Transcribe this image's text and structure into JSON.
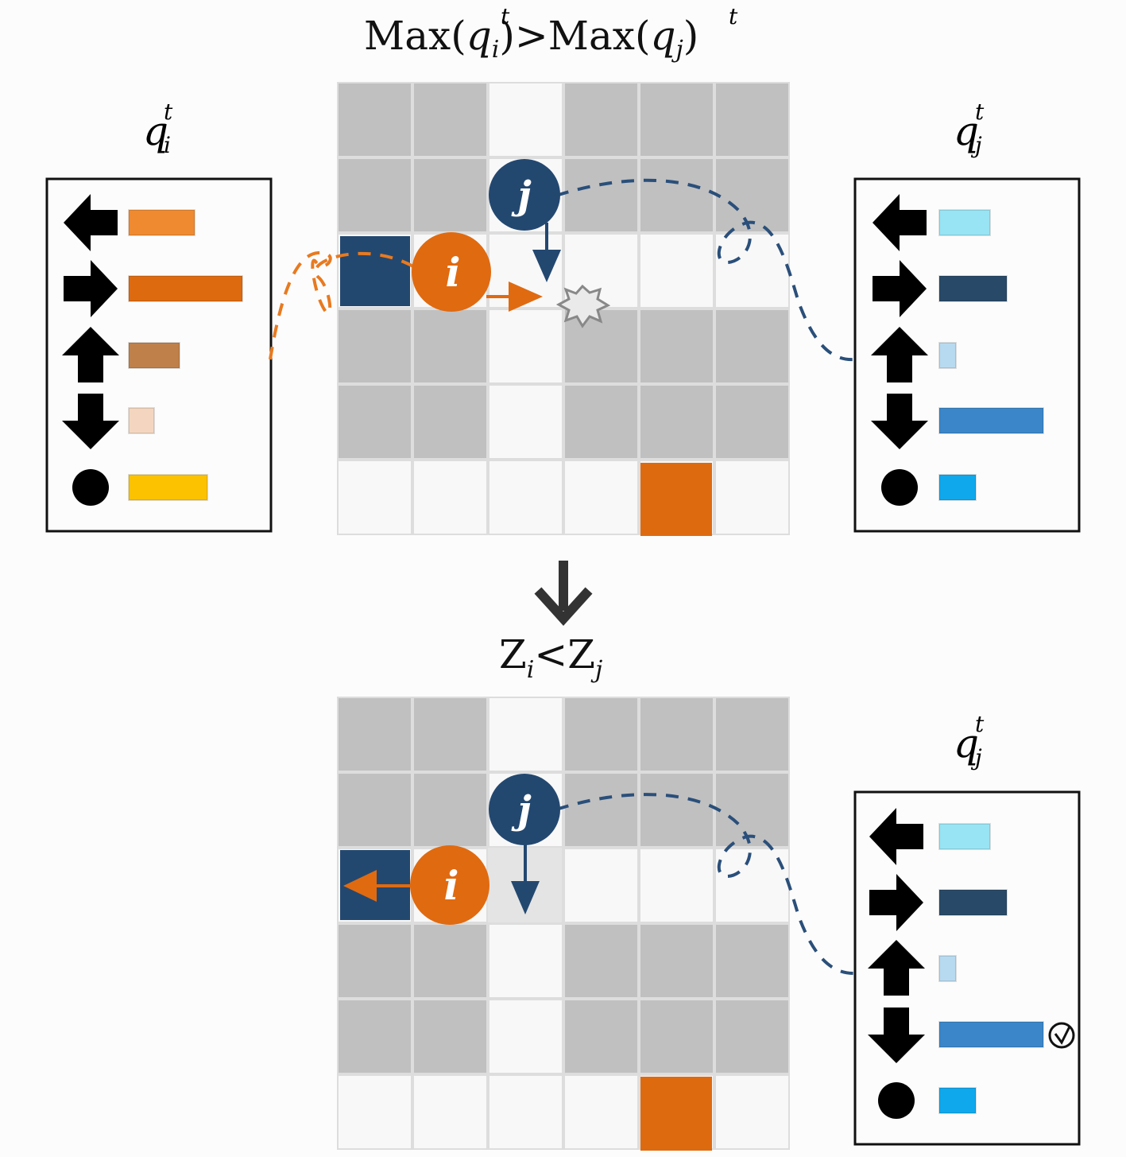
{
  "top": {
    "title": {
      "lhs_func": "Max(",
      "lhs_var": "q",
      "lhs_sup": "t",
      "lhs_sub": "i",
      "rel": ")>Max(",
      "rhs_var": "q",
      "rhs_sup": "t",
      "rhs_sub": "j",
      "close": ")"
    },
    "panel_left": {
      "var": "q",
      "sup": "t",
      "sub": "i"
    },
    "panel_right": {
      "var": "q",
      "sup": "t",
      "sub": "j"
    },
    "agent_i": "i",
    "agent_j": "j"
  },
  "bottom": {
    "title": {
      "a": "Z",
      "a_sub": "i",
      "rel": "<",
      "b": "Z",
      "b_sub": "j"
    },
    "panel_right": {
      "var": "q",
      "sup": "t",
      "sub": "j"
    },
    "agent_i": "i",
    "agent_j": "j"
  },
  "actions": [
    "left",
    "right",
    "up",
    "down",
    "stay"
  ],
  "q_values": {
    "i": [
      0.36,
      0.62,
      0.28,
      0.14,
      0.43
    ],
    "j": [
      0.28,
      0.37,
      0.09,
      0.57,
      0.2
    ]
  },
  "colors": {
    "blocked": "#c0c0c0",
    "free": "#f8f8f8",
    "agent_i": "#e06a10",
    "agent_j": "#234870",
    "goal": "#de6a10",
    "i_bars": [
      "#f08a30",
      "#de6a10",
      "#c0804a",
      "#f4d6c0",
      "#fcc200"
    ],
    "j_bars": [
      "#98e4f4",
      "#284a68",
      "#b8daf0",
      "#3a86c8",
      "#10a8ec"
    ]
  }
}
